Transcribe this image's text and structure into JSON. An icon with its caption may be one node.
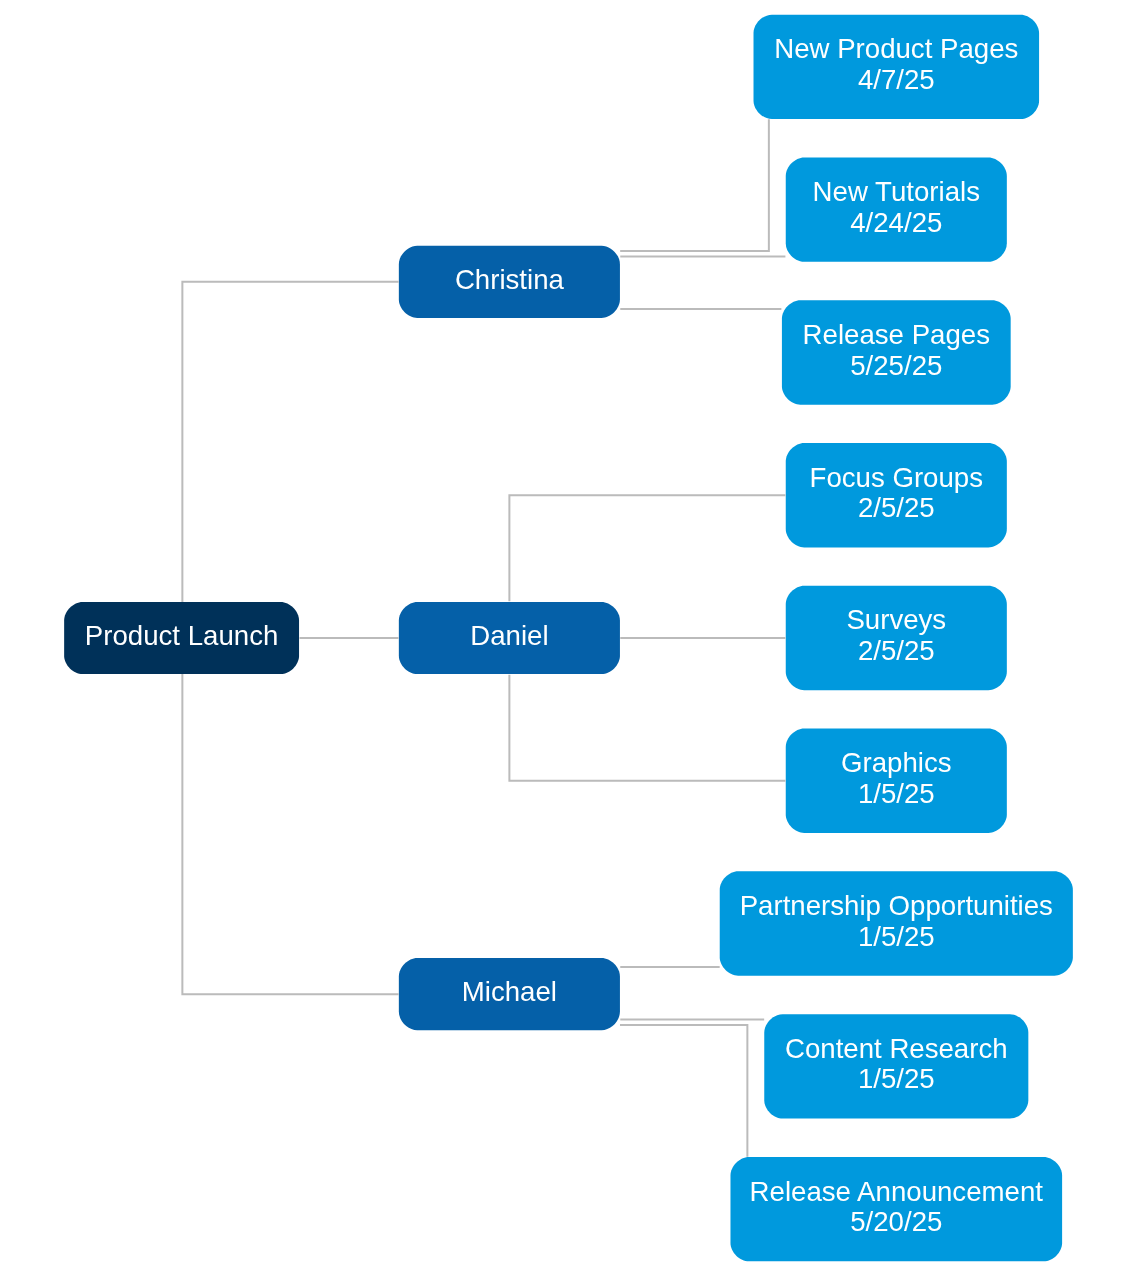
{
  "diagram": {
    "nodes": [
      {
        "text": [
          "Product Launch"
        ]
      },
      {
        "text": [
          "Christina"
        ]
      },
      {
        "text": [
          "Daniel"
        ]
      },
      {
        "text": [
          "Michael"
        ]
      },
      {
        "text": [
          "New Product Pages",
          "4/7/25"
        ]
      },
      {
        "text": [
          "New Tutorials",
          "4/24/25"
        ]
      },
      {
        "text": [
          "Release Pages",
          "5/25/25"
        ]
      },
      {
        "text": [
          "Focus Groups",
          "2/5/25"
        ]
      },
      {
        "text": [
          "Surveys",
          "2/5/25"
        ]
      },
      {
        "text": [
          "Graphics",
          "1/5/25"
        ]
      },
      {
        "text": [
          "Partnership Opportunities",
          "1/5/25"
        ]
      },
      {
        "text": [
          "Content Research",
          "1/5/25"
        ]
      },
      {
        "text": [
          "Release Announcement",
          "5/20/25"
        ]
      }
    ],
    "edges": [
      {
        "from": 0,
        "to": 1,
        "arrow": "none"
      },
      {
        "from": 0,
        "to": 2,
        "arrow": "none"
      },
      {
        "from": 0,
        "to": 3,
        "arrow": "none"
      },
      {
        "from": 1,
        "to": 4,
        "arrow": "none"
      },
      {
        "from": 1,
        "to": 5,
        "arrow": "none"
      },
      {
        "from": 1,
        "to": 6,
        "arrow": "none"
      },
      {
        "from": 2,
        "to": 7,
        "arrow": "none"
      },
      {
        "from": 2,
        "to": 8,
        "arrow": "none"
      },
      {
        "from": 2,
        "to": 9,
        "arrow": "none"
      },
      {
        "from": 3,
        "to": 10,
        "arrow": "none"
      },
      {
        "from": 3,
        "to": 11,
        "arrow": "none"
      },
      {
        "from": 3,
        "to": 12,
        "arrow": "none"
      }
    ]
  }
}
